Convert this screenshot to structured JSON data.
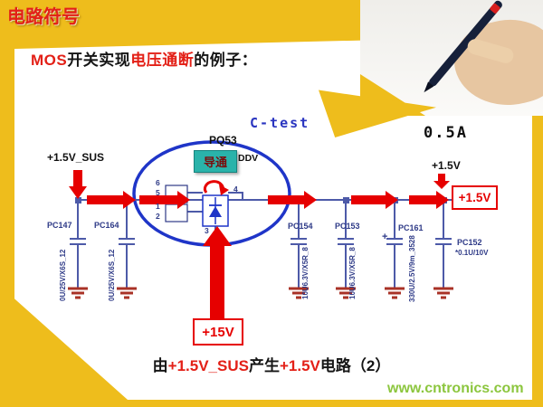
{
  "badge": {
    "label": "电路符号"
  },
  "title": {
    "part1": "MOS",
    "part2": "开关实现",
    "part3": "电压通断",
    "part4": "的例子："
  },
  "diagram": {
    "test_label": "C-test",
    "current": "0.5A",
    "transistor_ref": "PQ53",
    "transistor_part_visible": "DDV",
    "state": "导通",
    "net_in": "+1.5V_SUS",
    "net_out_label": "+1.5V",
    "net_out_box": "+1.5V",
    "supply_box": "+15V",
    "polarity_plus": "+",
    "pins": [
      "6",
      "5",
      "1",
      "2",
      "3",
      "4"
    ],
    "caps": [
      {
        "ref": "PC147",
        "value": "0U/25V/X6S_12"
      },
      {
        "ref": "PC164",
        "value": "0U/25V/X6S_12"
      },
      {
        "ref": "PC154",
        "value": "10U6.3V/X5R_8"
      },
      {
        "ref": "PC153",
        "value": "10U6.3V/X5R_8"
      },
      {
        "ref": "PC161",
        "value": "330U/2.5V/9m_3528"
      },
      {
        "ref": "PC152",
        "value": "*0.1U/10V"
      }
    ]
  },
  "caption": {
    "part1": "由",
    "part2": "+1.5V_SUS",
    "part3": "产生",
    "part4": "+1.5V",
    "part5": "电路（2）"
  },
  "watermark": {
    "text": "www.cntronics.com"
  },
  "colors": {
    "background": "#eebd1c",
    "highlight_red": "#e60000",
    "ellipse_blue": "#1f35c8",
    "state_teal": "#2ab3aa",
    "watermark_green": "#8cc63e"
  }
}
